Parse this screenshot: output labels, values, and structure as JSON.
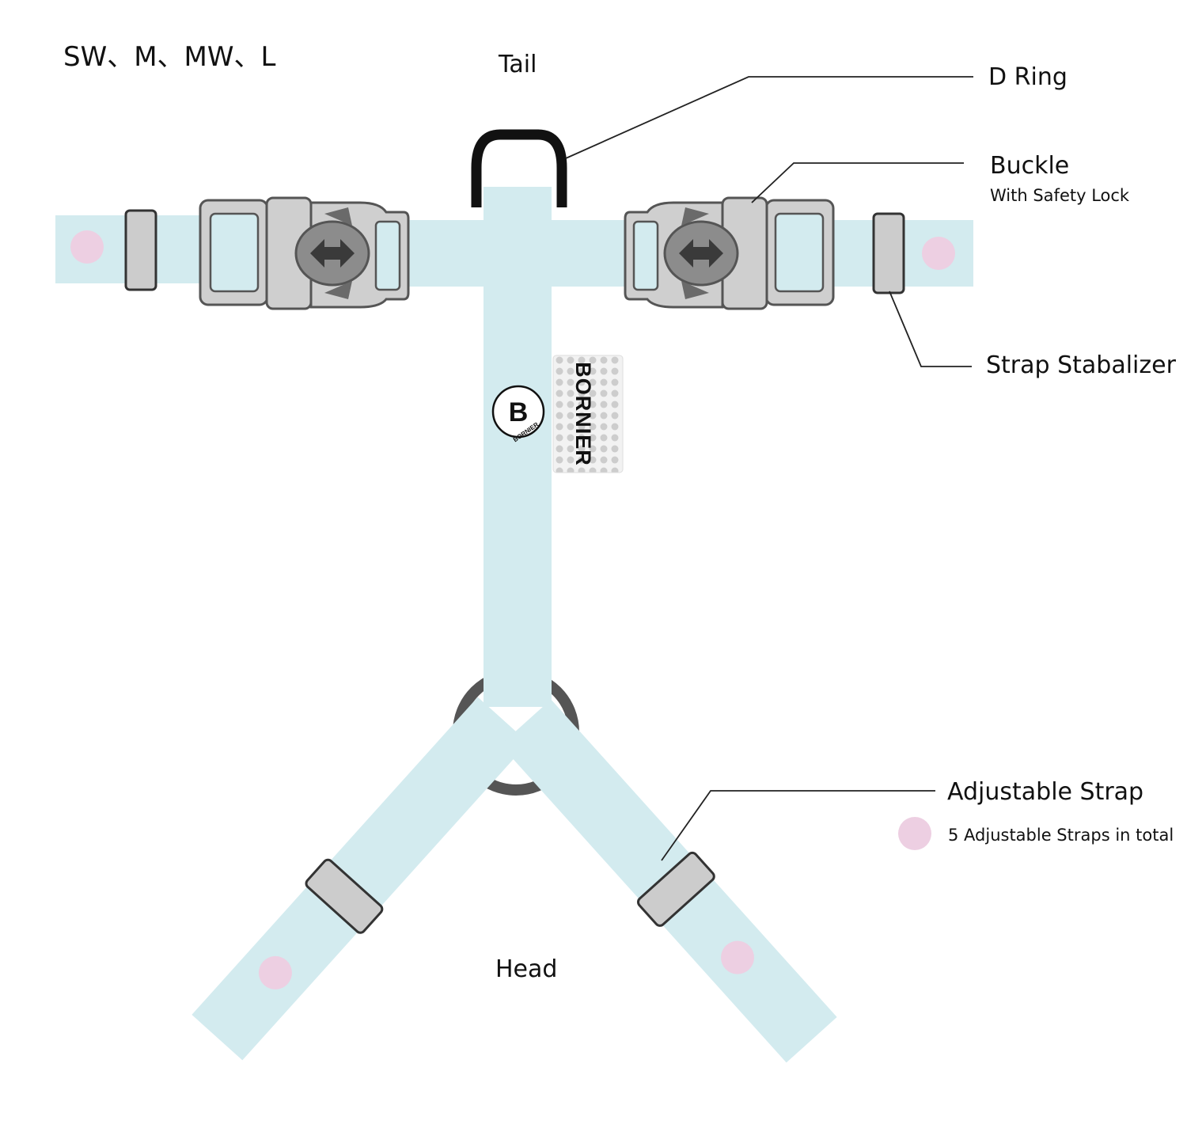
{
  "sizes_label": "SW、M、MW、L",
  "orientation": {
    "top": "Tail",
    "bottom": "Head"
  },
  "callouts": {
    "d_ring": {
      "label": "D Ring"
    },
    "buckle": {
      "label": "Buckle",
      "sublabel": "With Safety Lock"
    },
    "strap_stabilizer": {
      "label": "Strap Stabalizer"
    },
    "adjustable_strap": {
      "label": "Adjustable Strap",
      "note": "5 Adjustable Straps in total"
    }
  },
  "brand": {
    "logo_letter": "B",
    "logo_text": "BORNIER",
    "tag_text": "BORNIER"
  },
  "colors": {
    "strap": "#d3ebef",
    "dot": "#edcfe2",
    "stabilizer": "#cccccc",
    "buckle": "#cfcfcf",
    "buckle_stroke": "#555555",
    "d_ring": "#111111",
    "o_ring": "#555555",
    "leader_line": "#222222"
  }
}
